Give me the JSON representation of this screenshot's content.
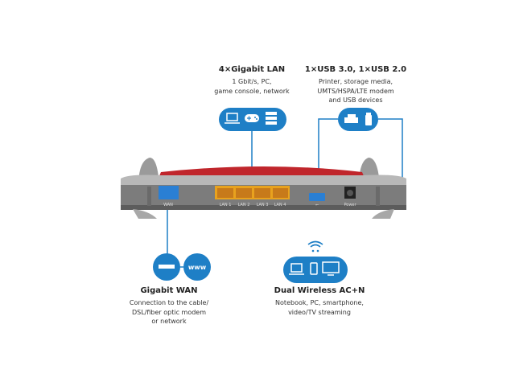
{
  "callouts": {
    "lan": {
      "title": "4×Gigabit LAN",
      "desc": [
        "1 Gbit/s, PC,",
        "game console, network"
      ]
    },
    "usb": {
      "title": "1×USB 3.0, 1×USB 2.0",
      "desc": [
        "Printer, storage media,",
        "UMTS/HSPA/LTE modem",
        "and USB devices"
      ]
    },
    "wan": {
      "title": "Gigabit WAN",
      "desc": [
        "Connection to the cable/",
        "DSL/fiber optic modem",
        "or network"
      ],
      "icon_text": "www"
    },
    "wireless": {
      "title": "Dual Wireless AC+N",
      "desc": [
        "Notebook, PC, smartphone,",
        "video/TV streaming"
      ]
    }
  },
  "ports": {
    "wan": "WAN",
    "lan": [
      "LAN 1",
      "LAN 2",
      "LAN 3",
      "LAN 4"
    ],
    "power": "Power"
  },
  "colors": {
    "accent": "#1e7fc6",
    "router_red": "#c0262c",
    "lan_port": "#e8a21e",
    "wan_port": "#2a7fd4"
  }
}
